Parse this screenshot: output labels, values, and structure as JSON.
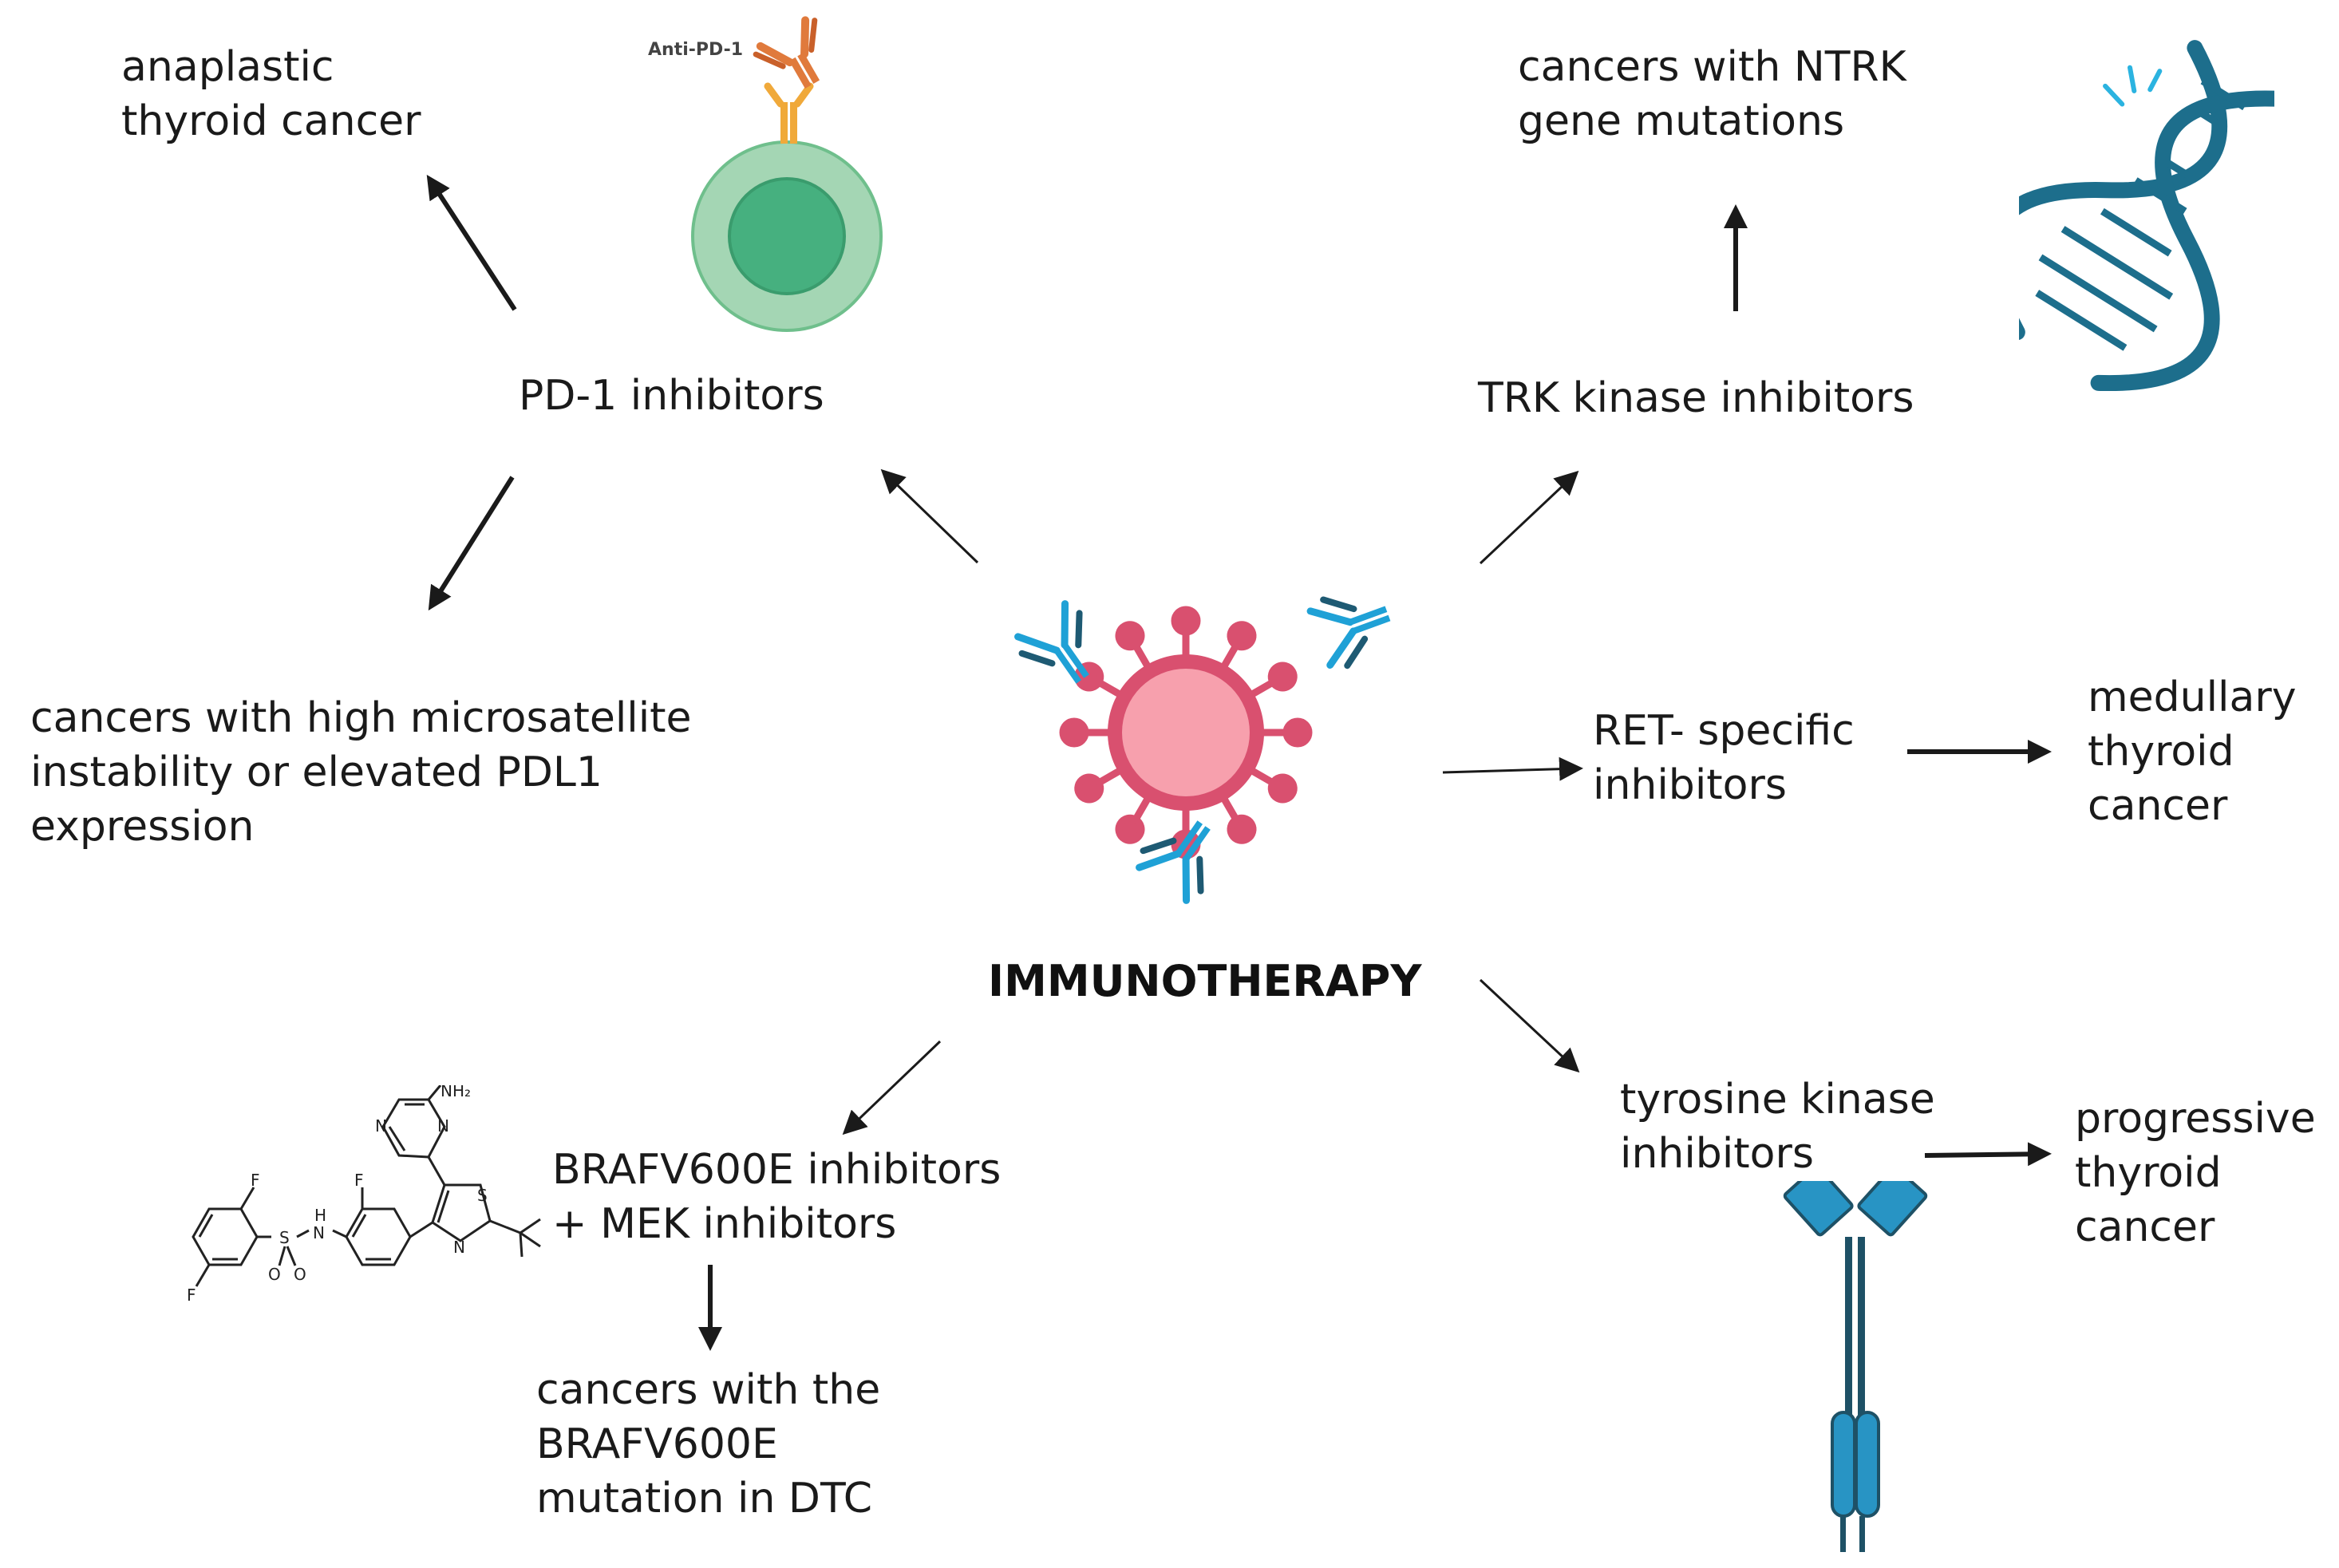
{
  "center": {
    "title": "IMMUNOTHERAPY"
  },
  "branches": {
    "pd1": {
      "label": "PD-1 inhibitors",
      "icon_label": "Anti-PD-1",
      "targets": [
        "anaplastic\nthyroid cancer",
        "cancers with high microsatellite\ninstability or elevated PDL1\nexpression"
      ]
    },
    "trk": {
      "label": "TRK kinase inhibitors",
      "targets": [
        "cancers with NTRK\ngene mutations"
      ]
    },
    "ret": {
      "label": "RET- specific\ninhibitors",
      "targets": [
        "medullary\nthyroid\ncancer"
      ]
    },
    "tki": {
      "label": "tyrosine kinase\ninhibitors",
      "targets": [
        "progressive\nthyroid\ncancer"
      ]
    },
    "braf": {
      "label": "BRAFV600E inhibitors\n+ MEK inhibitors",
      "targets": [
        "cancers with the\nBRAFV600E\nmutation in DTC"
      ]
    }
  },
  "chemical_structure_labels": [
    "NH₂",
    "N",
    "N",
    "S",
    "N",
    "F",
    "F",
    "F",
    "H",
    "N",
    "S",
    "O",
    "O"
  ],
  "colors": {
    "virus": "#d9506f",
    "virus_core": "#f7a0ad",
    "antibody_blue": "#1fa1d6",
    "antibody_dark": "#1e5a73",
    "dna": "#1d6e8c",
    "cell_outer": "#a4d6b4",
    "cell_inner": "#46b07f",
    "anti_pd1": "#e07a3c",
    "receptor": "#f0a93a",
    "receptor_body": "#2894c4",
    "receptor_stem": "#1e5166"
  },
  "icons": [
    "t-cell-icon",
    "anti-pd1-antibody-icon",
    "dna-icon",
    "virus-icon",
    "antibody-icon",
    "receptor-antibody-icon",
    "chemical-structure-icon"
  ]
}
